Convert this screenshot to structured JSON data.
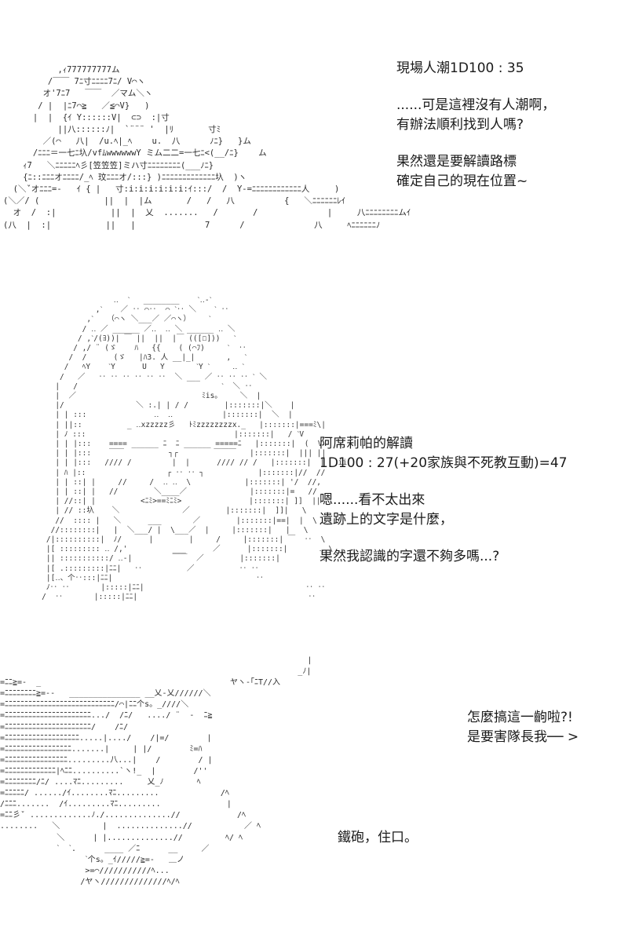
{
  "panel1": {
    "art": "           ,ｨ777777777ム\n         /￣￣ 7ﾆ寸ﾆﾆﾆﾆ7ﾆ/ V⌒ヽ\n        オ'7ﾆ7   ￣￣  ／マム＼ヽ\n       / |  |ﾆ7⌒≧   ／≦⌒V}   )\n      |  |  {ｲ Y::::::V|  ⊂⊃  :|寸\n           ||八::::::ﾉ|  `¨¨¨ '  |ﾘ       寸ﾐ\n        ／(⌒   八|  /u.ﾍ|_ﾍ    u.  八      ﾉﾆ}   }ム\n      /ﾆﾆﾆ＝一七ﾆ圦/vfﾑwwwwwwY ミム二二=一七ﾆ<(__/ﾆ}    ム\n    ｨ7   ＼ﾆﾆﾆﾆﾆﾍ彡[笠笠笠]ミハ寸ﾆﾆﾆﾆﾆﾆﾆﾆ(___ﾉﾆ}\n    {ﾆ::ﾆﾆﾆオﾆﾆﾆﾆ/_ﾍ 玟ﾆﾆﾆオ/:::} )ﾆﾆﾆﾆﾆﾆﾆﾆﾆﾆﾆﾆﾆ圦  )ヽ\n  (＼ˇオﾆﾆﾆ=-   ｲ { |   寸:i:i:i:i:i:i:ｲ:::/  /  Y-=ﾆﾆﾆﾆﾆﾆﾆﾆﾆﾆﾆﾆ人     )\n(＼／/ (             ||  |  |ム       /   /   八          {   ＼ﾆﾆﾆﾆﾆﾆﾚｲ\n  オ  /  :|           ||  |  乂  .......   /       /              |     八ﾆﾆﾆﾆﾆﾆﾆﾆムｲ\n(八  |  :|           ||   |              7      /              八     ﾍﾆﾆﾆﾆﾆﾆﾉ",
    "lines": [
      "現場人潮1D100 : 35",
      "",
      "......可是這裡沒有人潮啊，",
      "有辦法順利找到人嗎?",
      "",
      "果然還是要解讀路標",
      "確定自己的現在位置~"
    ]
  },
  "panel2": {
    "art": "                   ‥  ˋ   ________    ˋ‥-ˋ\n               ,ˋ    ／ ‥ ⌒‥  ⌒ ˋ‥ ＼    ˋ ‥\n             ,ˋ   （⌒ヽ ＼___／ ／⌒ヽ）    ˋ\n            / ‥ ／ ______ ／‥  ‥ ＼ ______ ‥ ＼\n           / ,ˋ/(ﾖ))| ￣ ||  ||  |￣ (([﾿]))   ˋ\n          / ,/ ¨ (ゞ    ﾊ   {{    ( (⌒ﾌ)     ˋ  ‥\n         /  /      (ゞ   |ﾊ3. 人 __|_|       ,   ˋ\n        /   ﾍY    ˋY      U   Y       ˋY ˋ     ‥ ˋ\n       /   ／   ‥ ‥ ‥ ‥ ‥ ‥  ＼ ___ ／ ‥ ‥ ‥ ˋ ＼\n      |   /                                ˋ  ＼ ‥\n      |  ／                            ﾐis。    ＼  |\n      |/                ＼ :.| | / /        |:::::::|＼    |\n      | | :::               ‥  ‥           |:::::::|  ＼  |\n      | ||::          _ ‥xzzzzz彡   ﾄﾐzzzzzzzzx._   |:::::::|===ﾐ\\|\n      | ﾉ :::                                 |:::::::|   / ˋV\n      | | |:::    ==== ______ ﾆ  ﾆ ______ =====ﾆ   |:::::::|  (  V\n      | | |:::    ￣￣          ┐┌        ￣￣￣   |:::::::|  ||| ||\n      | | |:::   //// /         |  |      //// // /   |:::::::|  |   ii\n      | ﾊ |::                  ┌ ‥ ‥ ┐            |:::::::|//  //\n      | | ::| |     //     /  ‥ ‥  \\            |:::::::| '/  //,\n      | | ::| |   //        ＼____／              |:::::::|=   //\n      | //::| |          <ﾆﾐ>==ﾐﾆﾐ>               |:::::::| ]]  ||\n      | // ::圦    ＼              ／        |:::::::|  ]]|   \\\n      //  :::: |   ＼      ___       ／        |:::::::|==|  |  \\\n     //::::::::|   |  ＼___/ |  \\___／  |     |:::::::|   |   \\\n    /|::::::::::|  ﾉ/      |        |     /     |:::::::| ￣  ‥  \\\n    |[ ::::::::: ‥ /,'          ___      ／      |:::::::|       ‥ \\\n    || :::::::::::/ ‥-|         ￣￣  ／        |:::::::|         ‥\n    |[ .:::::::::|ﾆﾆ|   ‥          ／          ‥ ‥\n    |[‥、个‥:::|ﾆﾆ|                                ‥\n    ﾉ‥ ‥       |:::::|ﾆﾆ|                                    ‥ ‥\n   /  ‥       |:::::|ﾆﾆ|                                      ‥",
    "lines": [
      "阿席莉帕的解讀",
      "1D100 : 27(+20家族與不死教互動)=47",
      "",
      "嗯......看不太出來",
      "遺跡上的文字是什麼，",
      "",
      "果然我認識的字還不夠多嗎...?"
    ]
  },
  "panel3": {
    "art": "                                                                 |\n                                                               _ﾉ|\n=ﾆﾆ≧=-  _                                        ヤヽ-｢ﾆT//入\n=ﾆﾆﾆﾆﾆﾆﾆﾆ≧=--   _______________ __乂-乂//////＼\n=ﾆﾆﾆﾆﾆﾆﾆﾆﾆﾆﾆﾆﾆﾆﾆﾆﾆﾆﾆﾆﾆﾆﾆﾆﾆﾆﾆﾆ/⌒|ﾆﾆ个s。_////＼\n=ﾆﾆﾆﾆﾆﾆﾆﾆﾆﾆﾆﾆﾆﾆﾆﾆﾆﾆﾆﾆﾆﾆ.../  /ﾆ/   ..../ ¨  -  ﾆ≧\n=ﾆﾆﾆﾆﾆﾆﾆﾆﾆﾆﾆﾆﾆﾆﾆﾆﾆﾆﾆﾆﾆﾆ/    /ﾆ/\n=ﾆﾆﾆﾆﾆﾆﾆﾆﾆﾆﾆﾆﾆﾆﾆﾆﾆﾆﾆ.....|..../    /|=/        |\n=ﾆﾆﾆﾆﾆﾆﾆﾆﾆﾆﾆﾆﾆﾆﾆﾆﾆ.......|     | |/        ﾐ=ﾊ\n=ﾆﾆﾆﾆﾆﾆﾆﾆﾆﾆﾆﾆﾆﾆﾆﾆ.........八...|    /        / |\n=ﾆﾆﾆﾆﾆﾆﾆﾆﾆﾆﾆﾆﾆ|ﾍﾆﾆ..........`ヽ!_  |        /''\n=ﾆﾆﾆﾆﾆﾆﾆﾆ/ﾆ/ ....ﾏﾆ.........     乂_ﾉ       ﾍ\n=ﾆﾆﾆﾆﾆ/ ....../ｲ........ﾏﾆ.........             /ﾍ\n/ﾆﾆﾆ.......  /ｲ.........ﾏﾆ.........              |\n=ﾆﾆ彡ˇ .............ﾉ./..............//            /ﾍ\n........   ＼         |  ..............//           ／ ﾍ\n            ＼      | |..............//         ﾍ/ ﾍ\n            ˋ  ˋ.      ____ ／ﾆ      __     ／\n                  ˋ个s。_ｲ/////≧=-   ＿ノ\n                  >=⌒///////////ﾍ...\n                 /ヤヽ//////////////ﾍ/ﾍ",
    "lines": [
      "怎麼搞這一齣啦?!",
      "是要害隊長我── >"
    ],
    "lines_b": [
      "鐵砲，住口。"
    ]
  }
}
